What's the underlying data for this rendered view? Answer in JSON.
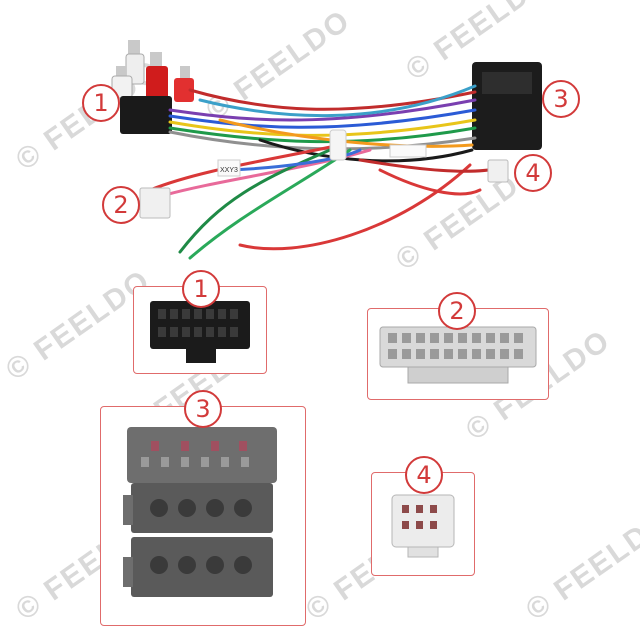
{
  "watermark": "© FEELDO",
  "callouts": {
    "c1": "1",
    "c2": "2",
    "c3": "3",
    "c4": "4"
  },
  "panels": {
    "p1": "1",
    "p2": "2",
    "p3": "3",
    "p4": "4"
  },
  "cable_label": "XXY3"
}
